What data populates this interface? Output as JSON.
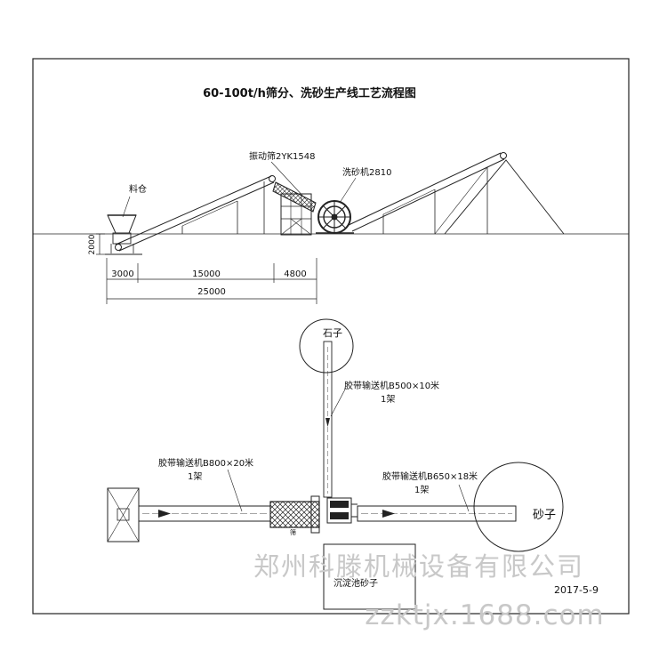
{
  "title": "60-100t/h筛分、洗砂生产线工艺流程图",
  "elevation": {
    "hopper_label": "料仓",
    "screen_label": "振动筛2YK1548",
    "washer_label": "洗砂机2810",
    "dim_height": "2000",
    "dim_a": "3000",
    "dim_b": "15000",
    "dim_c": "4800",
    "dim_total": "25000"
  },
  "plan": {
    "stone_label": "石子",
    "sand_label": "砂子",
    "conveyor_vertical": {
      "name": "胶带输送机B500×10米",
      "count": "1架"
    },
    "conveyor_main": {
      "name": "胶带输送机B800×20米",
      "count": "1架"
    },
    "conveyor_right": {
      "name": "胶带输送机B650×18米",
      "count": "1架"
    },
    "tank_label": "沉淀池砂子",
    "small_mark": "筛"
  },
  "date": "2017-5-9",
  "watermark": {
    "company": "郑州科滕机械设备有限公司",
    "site": "zzktjx.1688.com"
  }
}
